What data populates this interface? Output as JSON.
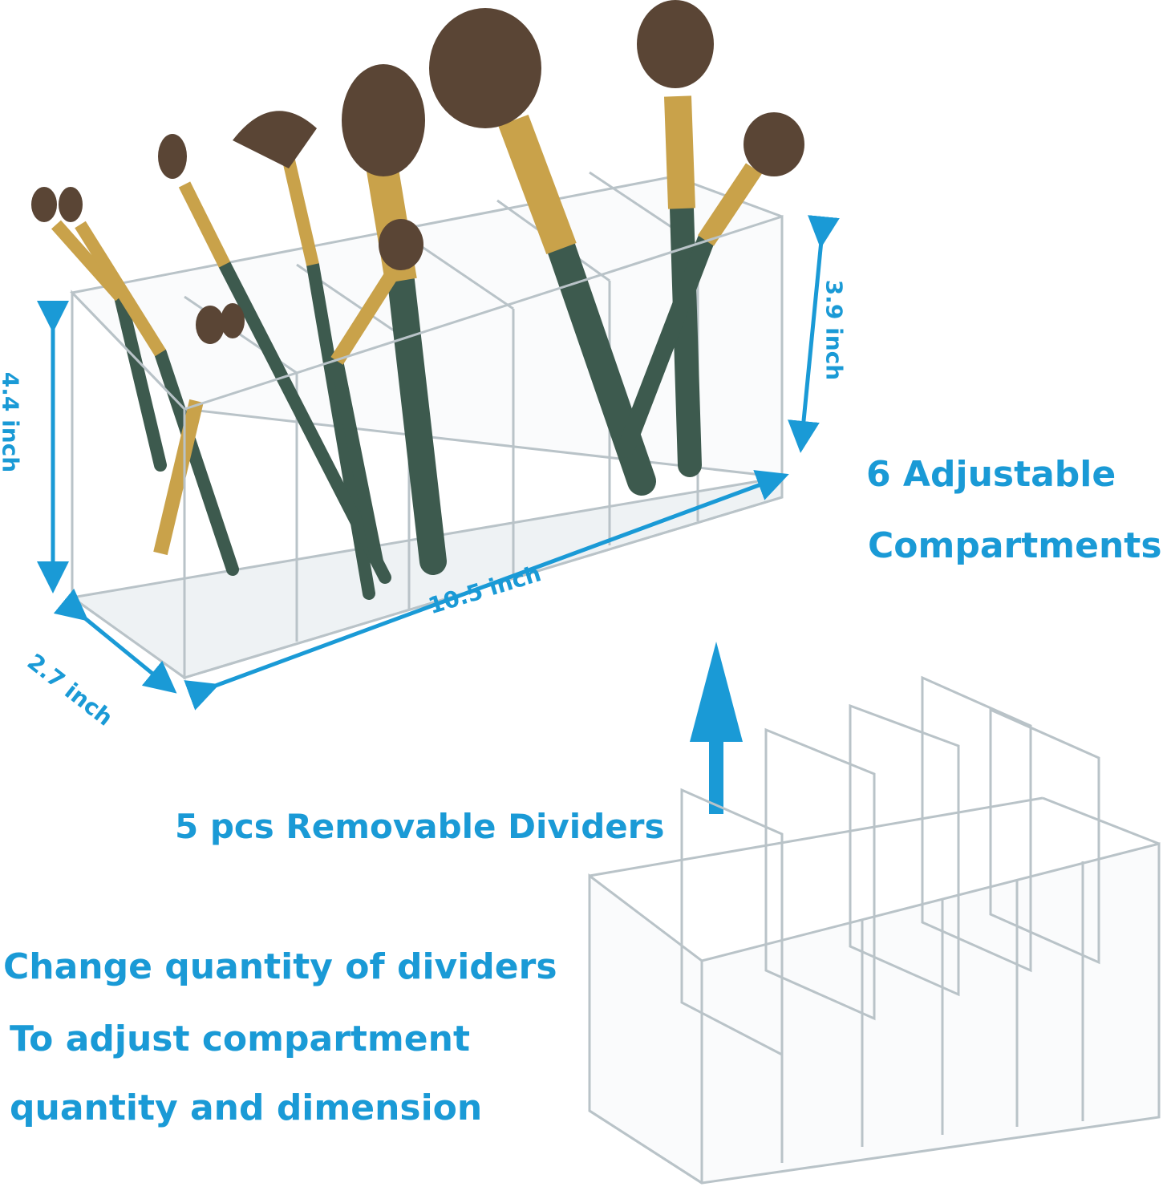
{
  "labels": {
    "compartments_line1": "6 Adjustable",
    "compartments_line2": "Compartments",
    "dividers": "5 pcs Removable Dividers",
    "change_line1": "Change quantity of dividers",
    "change_line2": "To adjust compartment",
    "change_line3": "quantity and dimension"
  },
  "dimensions": {
    "height_front": "4.4 inch",
    "height_back": "3.9 inch",
    "length": "10.5 inch",
    "depth": "2.7 inch"
  },
  "colors": {
    "accent": "#1a9ad6",
    "acrylic_edge": "#b9c3c8",
    "brush_handle": "#3d5a4e",
    "ferrule": "#c9a24a",
    "bristle": "#5a4535"
  }
}
